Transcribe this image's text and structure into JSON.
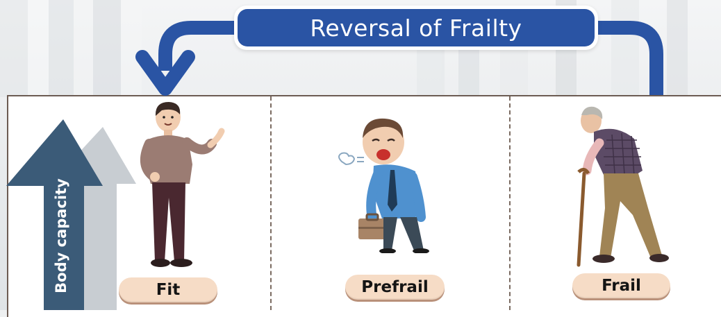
{
  "title": "Reversal of Frailty",
  "axis_label": "Body capacity",
  "stages": [
    {
      "label": "Fit",
      "icon": "fit-man-icon"
    },
    {
      "label": "Prefrail",
      "icon": "tired-man-icon"
    },
    {
      "label": "Frail",
      "icon": "elderly-man-with-cane-icon"
    }
  ],
  "colors": {
    "title_blue": "#2a54a4",
    "arrow_blue": "#2a54a4",
    "capacity_arrow": "#3b5b78",
    "pill_fill": "#f6dcc6",
    "pill_shadow": "#b9917a"
  }
}
